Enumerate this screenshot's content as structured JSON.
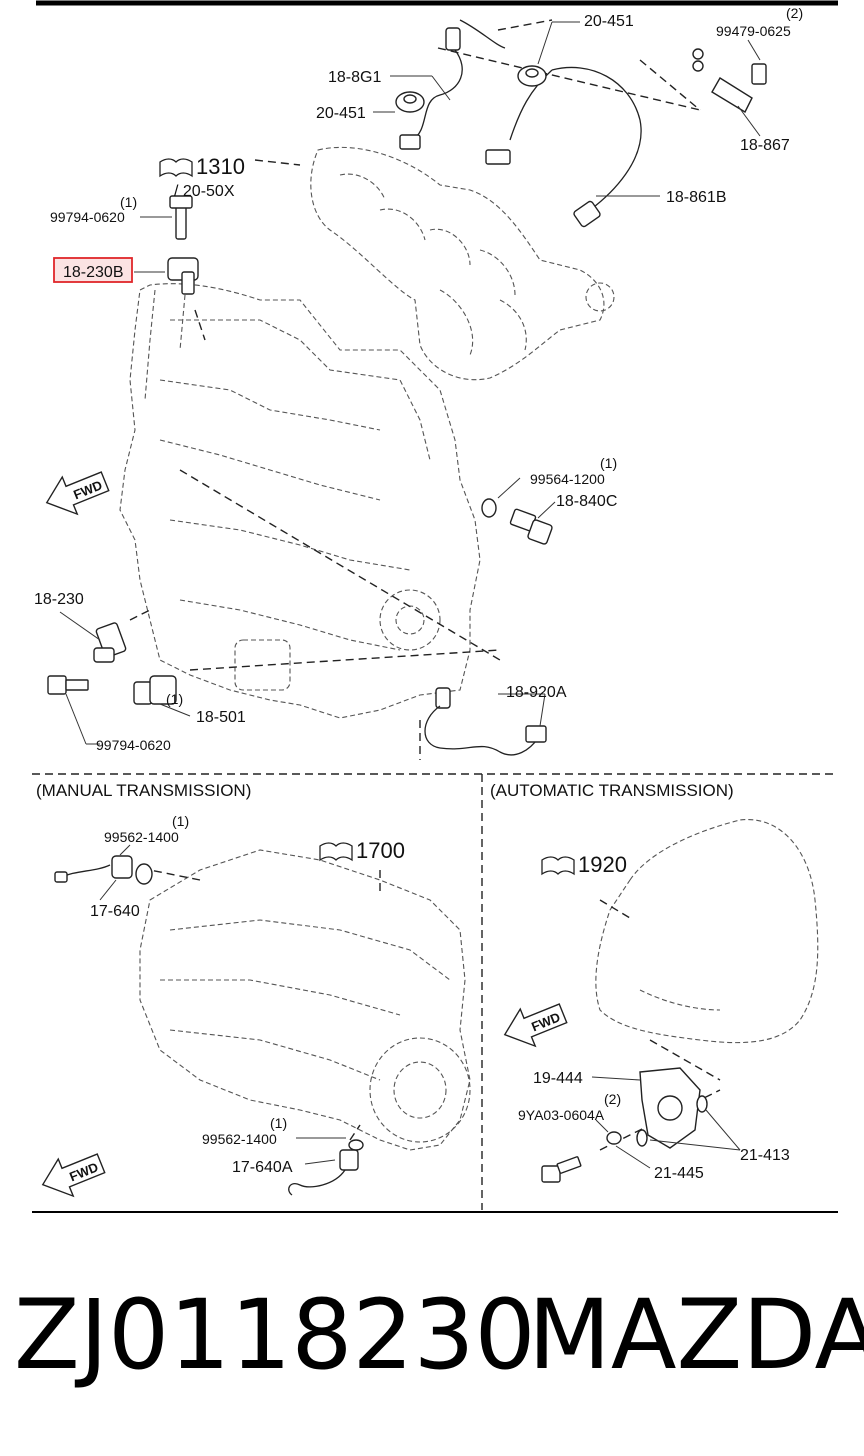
{
  "page": {
    "part_number": "ZJ0118230",
    "brand": "MAZDA"
  },
  "sections": {
    "manual": "(MANUAL TRANSMISSION)",
    "automatic": "(AUTOMATIC TRANSMISSION)"
  },
  "references": {
    "ref_1310": "1310",
    "ref_1310_sub": "/ 20-50X",
    "ref_1700": "1700",
    "ref_1920": "1920"
  },
  "fwd_label": "FWD",
  "callouts": {
    "c_20451_top": "20-451",
    "c_99479": "99479-0625",
    "c_99479_qty": "(2)",
    "c_188g1": "18-8G1",
    "c_20451_left": "20-451",
    "c_18867": "18-867",
    "c_18861b": "18-861B",
    "c_99794_top": "99794-0620",
    "c_99794_top_qty": "(1)",
    "c_18230b": "18-230B",
    "c_99564": "99564-1200",
    "c_99564_qty": "(1)",
    "c_18840c": "18-840C",
    "c_18230": "18-230",
    "c_18920a": "18-920A",
    "c_18501": "18-501",
    "c_18501_qty": "(1)",
    "c_99794_bottom": "99794-0620",
    "c_99562_top": "99562-1400",
    "c_99562_top_qty": "(1)",
    "c_17640": "17-640",
    "c_99562_bottom": "99562-1400",
    "c_99562_bottom_qty": "(1)",
    "c_17640a": "17-640A",
    "c_19444": "19-444",
    "c_9ya03": "9YA03-0604A",
    "c_9ya03_qty": "(2)",
    "c_21413": "21-413",
    "c_21445": "21-445"
  },
  "highlight_color": "#e0262a",
  "highlight_fill": "#fbe3e3",
  "icons": {
    "book": "reference-book-icon",
    "fwd": "fwd-arrow-icon"
  }
}
